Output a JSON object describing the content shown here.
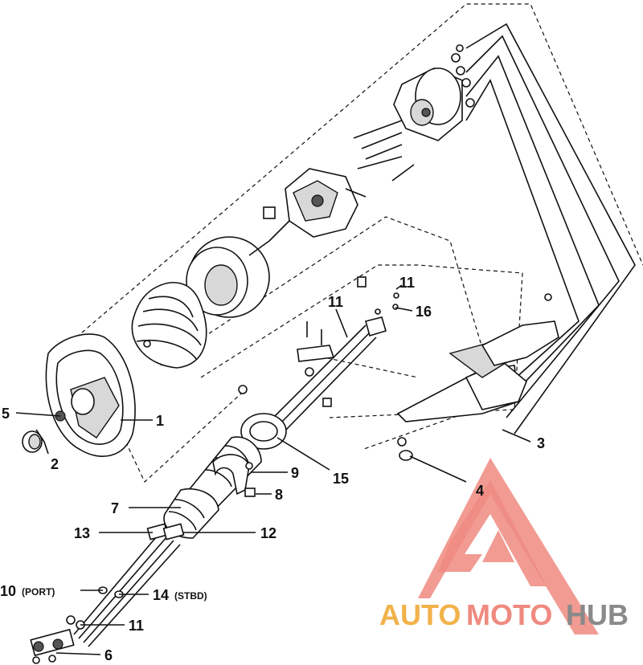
{
  "labels": [
    {
      "id": "1",
      "text": "1"
    },
    {
      "id": "2",
      "text": "2"
    },
    {
      "id": "3",
      "text": "3"
    },
    {
      "id": "4",
      "text": "4"
    },
    {
      "id": "5",
      "text": "5"
    },
    {
      "id": "6",
      "text": "6"
    },
    {
      "id": "7",
      "text": "7"
    },
    {
      "id": "8",
      "text": "8"
    },
    {
      "id": "9",
      "text": "9"
    },
    {
      "id": "10",
      "text": "10"
    },
    {
      "id": "10sub",
      "text": "(PORT)"
    },
    {
      "id": "11a",
      "text": "11"
    },
    {
      "id": "11b",
      "text": "11"
    },
    {
      "id": "11c",
      "text": "11"
    },
    {
      "id": "12",
      "text": "12"
    },
    {
      "id": "13",
      "text": "13"
    },
    {
      "id": "14",
      "text": "14"
    },
    {
      "id": "14sub",
      "text": "(STBD)"
    },
    {
      "id": "15",
      "text": "15"
    },
    {
      "id": "16",
      "text": "16"
    }
  ],
  "watermark": {
    "part1": "AUTO",
    "part2": "MOTO",
    "part3": "HUB",
    "colors": {
      "auto": "#f2b24a",
      "moto": "#ef8a80",
      "hub": "#8a8a8a",
      "triangle": "#ef8a80"
    }
  }
}
